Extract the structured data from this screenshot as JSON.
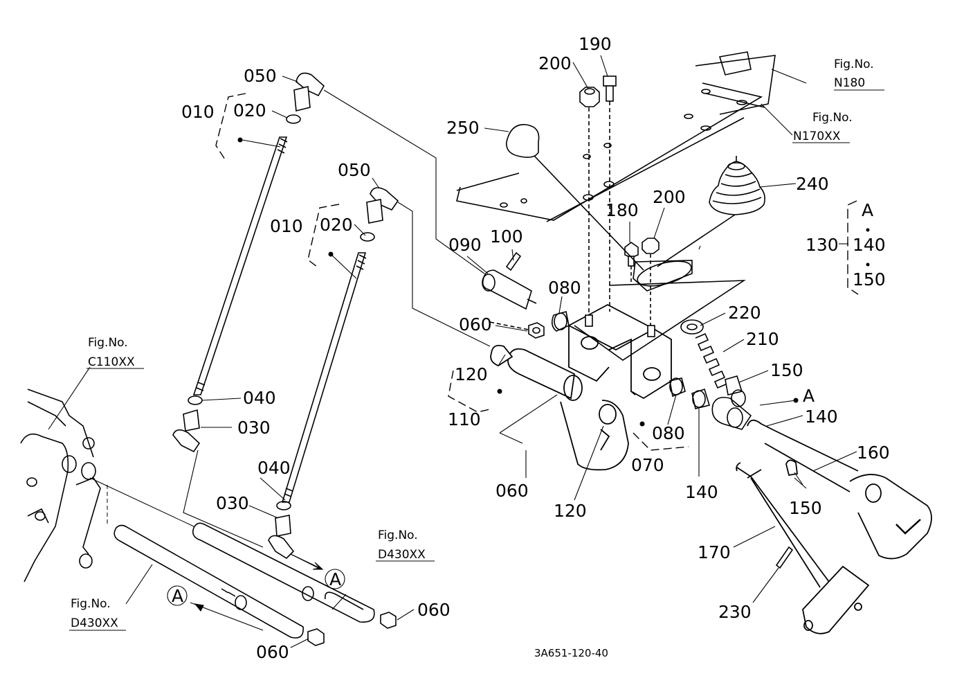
{
  "drawing_code": "3A651-120-40",
  "fig_refs": {
    "n180": {
      "label": "Fig.No.",
      "code": "N180"
    },
    "n170": {
      "label": "Fig.No.",
      "code": "N170XX"
    },
    "c110": {
      "label": "Fig.No.",
      "code": "C110XX"
    },
    "d430_right": {
      "label": "Fig.No.",
      "code": "D430XX"
    },
    "d430_left": {
      "label": "Fig.No.",
      "code": "D430XX"
    }
  },
  "callout_A": "A",
  "group_130": {
    "number": "130",
    "items": [
      "A",
      "140",
      "150"
    ]
  },
  "part_numbers": {
    "p190": "190",
    "p200_top": "200",
    "p250": "250",
    "p050_top": "050",
    "p010_top": "010",
    "p020_top": "020",
    "p050_mid": "050",
    "p010_mid": "010",
    "p020_mid": "020",
    "p240": "240",
    "p180": "180",
    "p200_mid": "200",
    "p090": "090",
    "p100": "100",
    "p080_top": "080",
    "p060_mid": "060",
    "p220": "220",
    "p210": "210",
    "p150_top": "150",
    "pA_right": "A",
    "p140_right": "140",
    "p120_left": "120",
    "p110": "110",
    "p040_top": "040",
    "p030_top": "030",
    "p080_low": "080",
    "p070": "070",
    "p140_low": "140",
    "p060_low": "060",
    "p120_low": "120",
    "p160": "160",
    "p150_low": "150",
    "p040_low": "040",
    "p030_low": "030",
    "p170": "170",
    "p230": "230",
    "p060_right": "060",
    "p060_bottom": "060"
  }
}
